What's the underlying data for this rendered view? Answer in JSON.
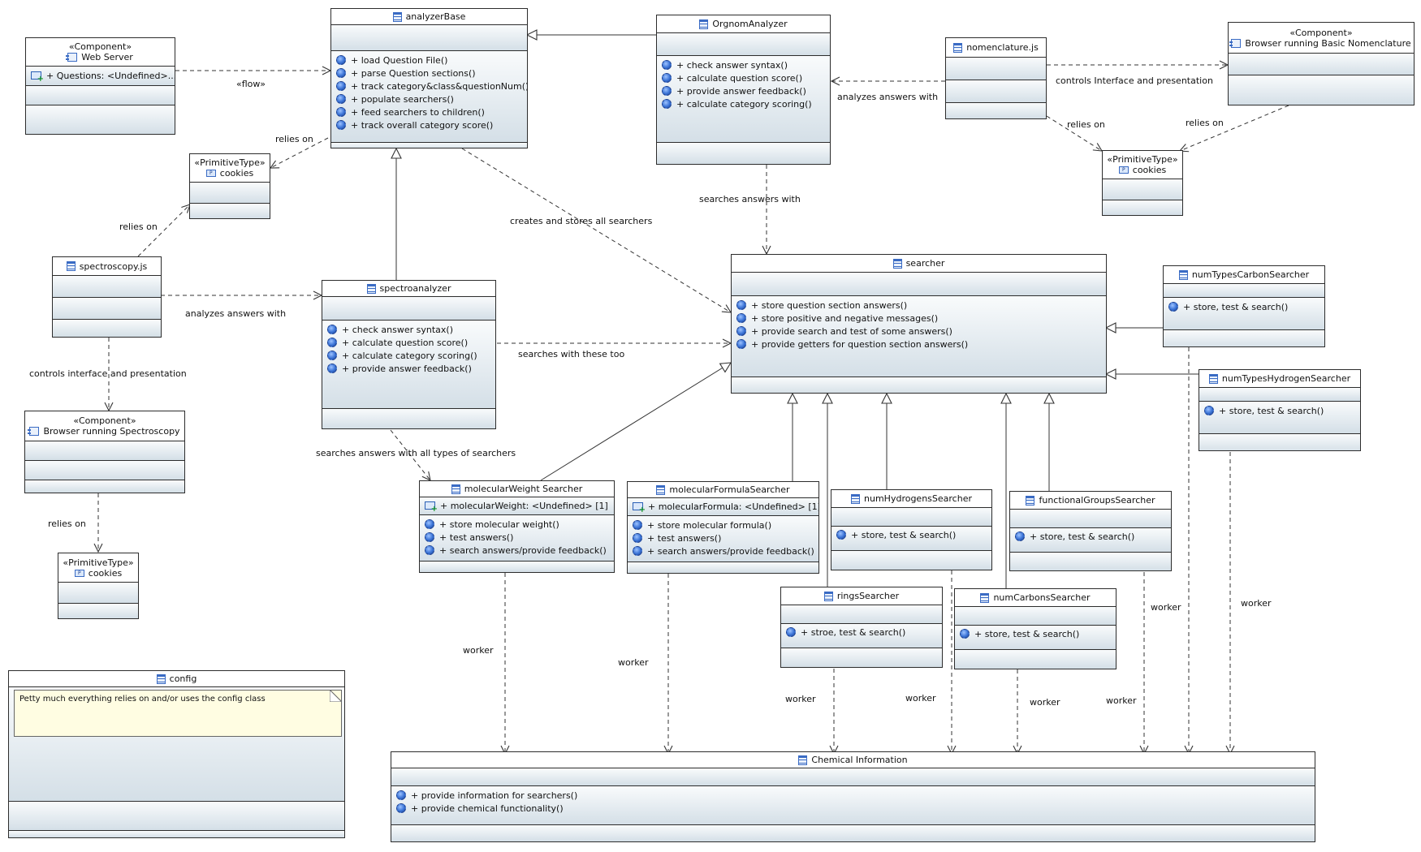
{
  "stereotypes": {
    "component": "«Component»",
    "primitive": "«PrimitiveType»"
  },
  "boxes": {
    "web_server": {
      "name": "Web Server",
      "attrs": [
        "+ Questions: <Undefined>..."
      ]
    },
    "analyzer_base": {
      "name": "analyzerBase",
      "ops": [
        "+ load Question File()",
        "+ parse Question sections()",
        "+ track category&class&questionNum()",
        "+ populate searchers()",
        "+ feed searchers to children()",
        "+ track overall category score()"
      ]
    },
    "orgnom_analyzer": {
      "name": "OrgnomAnalyzer",
      "ops": [
        "+ check answer syntax()",
        "+ calculate question score()",
        "+ provide answer feedback()",
        "+ calculate category scoring()"
      ]
    },
    "nomenclature_js": {
      "name": "nomenclature.js"
    },
    "browser_nomenclature": {
      "name": "Browser running Basic Nomenclature"
    },
    "cookies_top_left": {
      "name": "cookies"
    },
    "cookies_top_right": {
      "name": "cookies"
    },
    "cookies_bottom": {
      "name": "cookies"
    },
    "spectroscopy_js": {
      "name": "spectroscopy.js"
    },
    "spectroanalyzer": {
      "name": "spectroanalyzer",
      "ops": [
        "+ check answer syntax()",
        "+ calculate question score()",
        "+ calculate category scoring()",
        "+ provide answer feedback()"
      ]
    },
    "browser_spectroscopy": {
      "name": "Browser running Spectroscopy"
    },
    "searcher": {
      "name": "searcher",
      "ops": [
        "+ store question section answers()",
        "+ store positive and negative messages()",
        "+ provide search and test of some answers()",
        "+ provide getters for question section answers()"
      ]
    },
    "num_types_carbon": {
      "name": "numTypesCarbonSearcher",
      "ops": [
        "+ store, test & search()"
      ]
    },
    "num_types_hydrogen": {
      "name": "numTypesHydrogenSearcher",
      "ops": [
        "+ store, test & search()"
      ]
    },
    "molecular_weight": {
      "name": "molecularWeight Searcher",
      "attrs": [
        "+ molecularWeight: <Undefined> [1]"
      ],
      "ops": [
        "+ store molecular weight()",
        "+ test answers()",
        "+ search answers/provide feedback()"
      ]
    },
    "molecular_formula": {
      "name": "molecularFormulaSearcher",
      "attrs": [
        "+ molecularFormula: <Undefined> [1]"
      ],
      "ops": [
        "+ store molecular formula()",
        "+ test answers()",
        "+ search answers/provide feedback()"
      ]
    },
    "num_hydrogens": {
      "name": "numHydrogensSearcher",
      "ops": [
        "+ store, test & search()"
      ]
    },
    "functional_groups": {
      "name": "functionalGroupsSearcher",
      "ops": [
        "+ store, test & search()"
      ]
    },
    "rings": {
      "name": "ringsSearcher",
      "ops": [
        "+ stroe, test & search()"
      ]
    },
    "num_carbons": {
      "name": "numCarbonsSearcher",
      "ops": [
        "+ store, test & search()"
      ]
    },
    "config": {
      "name": "config",
      "note": "Petty much everything relies on and/or uses the config class"
    },
    "chemical_info": {
      "name": "Chemical Information",
      "ops": [
        "+ provide information for searchers()",
        "+ provide chemical functionality()"
      ]
    }
  },
  "labels": {
    "flow": "«flow»",
    "relies_on": "relies on",
    "analyzes_answers_with": "analyzes answers with",
    "controls_interface_presentation": "controls Interface and presentation",
    "controls_interface_and_presentation": "controls interface and presentation",
    "searches_answers_with": "searches answers with",
    "creates_and_stores": "creates and stores all searchers",
    "searches_with_these_too": "searches with these too",
    "searches_all_types": "searches answers with all types of searchers",
    "worker": "worker"
  }
}
